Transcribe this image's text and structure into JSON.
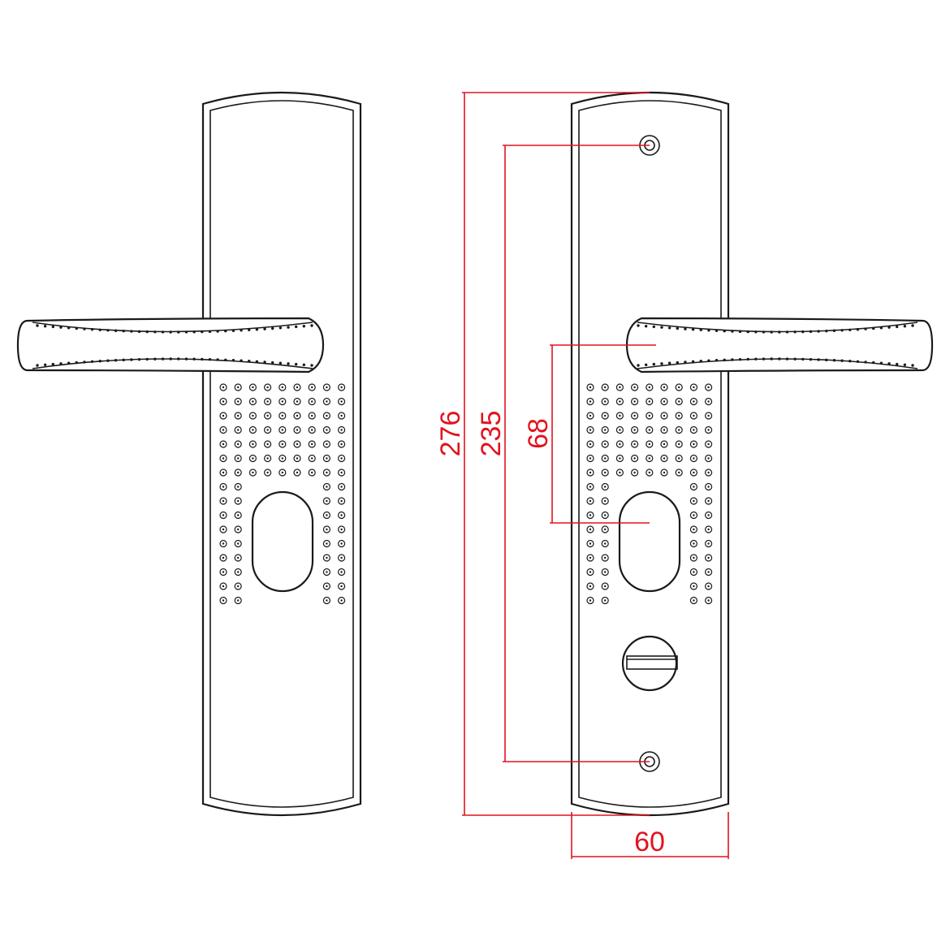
{
  "dimensions": {
    "overall_height": "276",
    "screw_spacing": "235",
    "handle_to_cylinder": "68",
    "plate_width": "60"
  },
  "colors": {
    "outline": "#1a1a1a",
    "dimension": "#e0141e",
    "background": "#ffffff"
  }
}
